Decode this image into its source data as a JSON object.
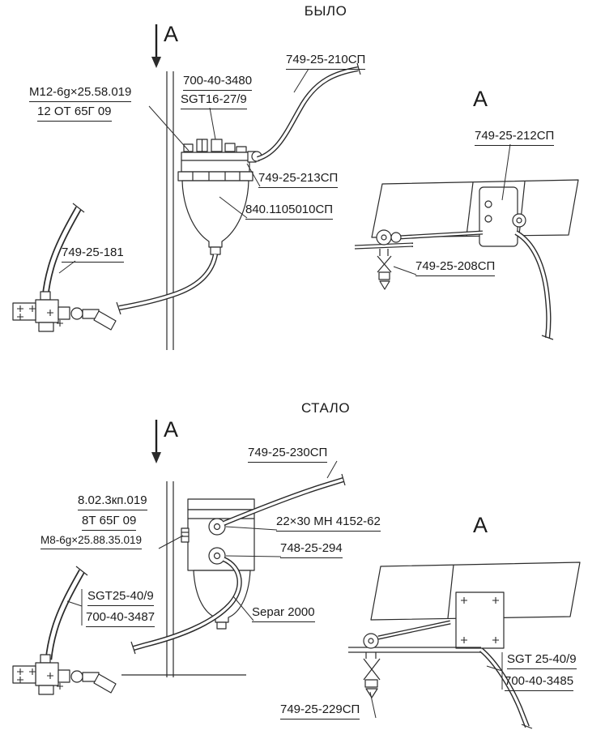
{
  "before": {
    "title": "БЫЛО",
    "view_letter": "A",
    "labels": {
      "hose": "749-25-210СП",
      "fitting_part": "700-40-3480",
      "fitting_spec": "SGT16-27/9",
      "bolt": "M12-6g×25.58.019",
      "washer": "12 ОТ 65Г 09",
      "head": "749-25-213СП",
      "filter": "840.1105010СП",
      "pipe": "749-25-181",
      "bracket": "749-25-212СП",
      "tap": "749-25-208СП"
    }
  },
  "after": {
    "title": "СТАЛО",
    "view_letter": "A",
    "labels": {
      "hose": "749-25-230СП",
      "bolt": "8.02.3кп.019",
      "washer": "8Т 65Г 09",
      "screw": "M8-6g×25.88.35.019",
      "banjo": "22×30 МН 4152-62",
      "fitting": "748-25-294",
      "hose_spec": "SGT25-40/9",
      "hose_part": "700-40-3487",
      "filter": "Separ 2000",
      "tap": "749-25-229СП",
      "right_spec": "SGT 25-40/9",
      "right_part": "700-40-3485"
    }
  }
}
